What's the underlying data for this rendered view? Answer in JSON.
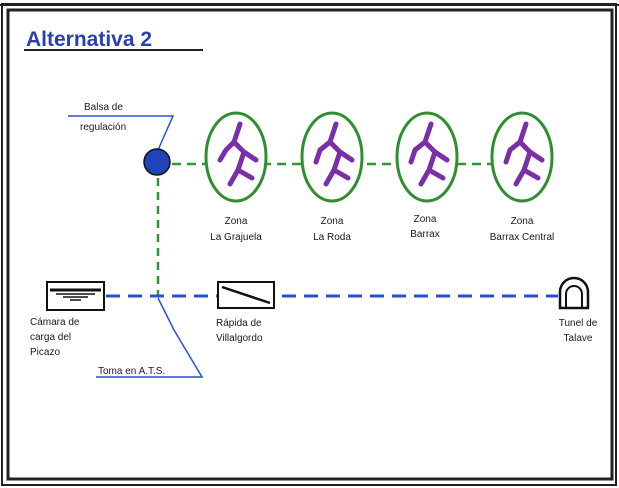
{
  "title": "Alternativa 2",
  "colors": {
    "title": "#2a3fb0",
    "pipe_blue": "#2b4fd6",
    "pipe_green": "#2e9a2e",
    "zone_outline": "#2f8f2f",
    "network": "#7a2ea8",
    "node": "#1f43b8",
    "frame": "#222222"
  },
  "labels": {
    "balsa_line1": "Balsa de",
    "balsa_line2": "regulación",
    "toma": "Toma en A.T.S.",
    "camara_line1": "Cámara de",
    "camara_line2": "carga del",
    "camara_line3": "Picazo",
    "rapida_line1": "Rápida de",
    "rapida_line2": "Villalgordo",
    "tunel_line1": "Tunel de",
    "tunel_line2": "Talave"
  },
  "zones": [
    {
      "line1": "Zona",
      "line2": "La Grajuela"
    },
    {
      "line1": "Zona",
      "line2": "La Roda"
    },
    {
      "line1": "Zona",
      "line2": "Barrax"
    },
    {
      "line1": "Zona",
      "line2": "Barrax Central"
    }
  ],
  "icons": {
    "balsa": "reservoir-node-icon",
    "zone": "irrigation-network-icon",
    "camara": "head-tank-icon",
    "rapida": "chute-icon",
    "tunel": "tunnel-icon"
  }
}
